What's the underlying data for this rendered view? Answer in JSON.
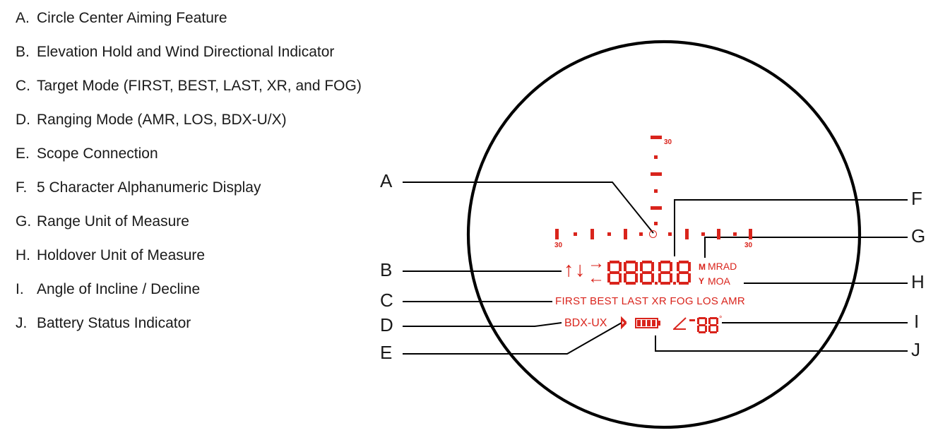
{
  "legend": {
    "items": [
      {
        "key": "A.",
        "text": "Circle Center Aiming Feature"
      },
      {
        "key": "B.",
        "text": "Elevation Hold and Wind Directional Indicator"
      },
      {
        "key": "C.",
        "text": "Target Mode (FIRST, BEST, LAST, XR, and FOG)"
      },
      {
        "key": "D.",
        "text": "Ranging Mode (AMR, LOS, BDX-U/X)"
      },
      {
        "key": "E.",
        "text": "Scope Connection"
      },
      {
        "key": "F.",
        "text": "5 Character Alphanumeric Display"
      },
      {
        "key": "G.",
        "text": "Range Unit of Measure"
      },
      {
        "key": "H.",
        "text": "Holdover Unit of Measure"
      },
      {
        "key": "I.",
        "text": "Angle of Incline / Decline"
      },
      {
        "key": "J.",
        "text": "Battery Status Indicator"
      }
    ]
  },
  "callouts": {
    "left": [
      {
        "letter": "A"
      },
      {
        "letter": "B"
      },
      {
        "letter": "C"
      },
      {
        "letter": "D"
      },
      {
        "letter": "E"
      }
    ],
    "right": [
      {
        "letter": "F"
      },
      {
        "letter": "G"
      },
      {
        "letter": "H"
      },
      {
        "letter": "I"
      },
      {
        "letter": "J"
      }
    ]
  },
  "reticle": {
    "vertical_scale_label": "30",
    "left_scale_label": "30",
    "right_scale_label": "30",
    "aim_feature": "circle-center"
  },
  "display": {
    "elevation_up_arrow": "↑",
    "elevation_down_arrow": "↓",
    "wind_right_arrow": "→",
    "wind_left_arrow": "←",
    "range_digits": "88888",
    "decimal_points": 2,
    "range_unit_top": "M",
    "range_unit_bottom": "Y",
    "holdover_unit_top": "MRAD",
    "holdover_unit_bottom": "MOA",
    "target_modes": "FIRST BEST LAST XR FOG LOS AMR",
    "ranging_mode": "BDX-UX",
    "scope_connection_icon": "bluetooth-icon",
    "battery_segments": 4,
    "angle_symbol": "∠",
    "angle_sign": "-",
    "angle_value": "88",
    "angle_degree": "°"
  },
  "colors": {
    "reticle_red": "#d9241c",
    "text_black": "#1a1a1a",
    "line_black": "#000000",
    "background": "#ffffff"
  }
}
